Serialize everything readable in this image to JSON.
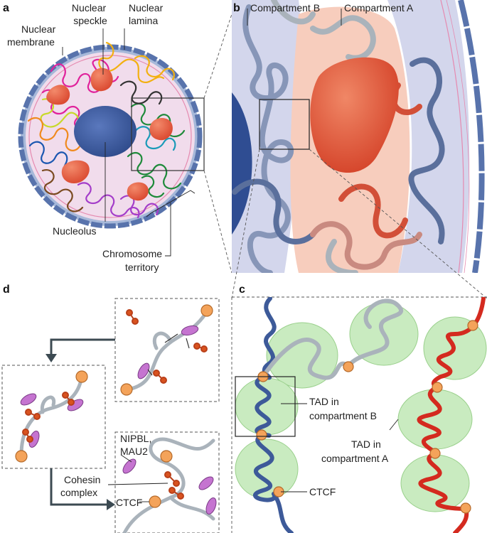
{
  "panels": {
    "a": "a",
    "b": "b",
    "c": "c",
    "d": "d"
  },
  "panel_a": {
    "nuclear_speckle": [
      "Nuclear",
      "speckle"
    ],
    "nuclear_lamina": [
      "Nuclear",
      "lamina"
    ],
    "nuclear_membrane": [
      "Nuclear",
      "membrane"
    ],
    "nucleolus": "Nucleolus",
    "chromosome_territory": [
      "Chromosome",
      "territory"
    ]
  },
  "panel_b": {
    "compartment_b": "Compartment B",
    "compartment_a": "Compartment A"
  },
  "panel_c": {
    "tad_b": [
      "TAD in",
      "compartment B"
    ],
    "tad_a": [
      "TAD in",
      "compartment A"
    ],
    "ctcf": "CTCF"
  },
  "panel_d": {
    "nipbl": [
      "NIPBL,",
      "MAU2"
    ],
    "cohesin": [
      "Cohesin",
      "complex"
    ],
    "ctcf": "CTCF"
  },
  "colors": {
    "compartment_a": "#f7cdbd",
    "compartment_b": "#d3d6ec",
    "chromatin_b": "#3d5a99",
    "chromatin_a": "#d42a1f",
    "grey_fibre": "#aab3bb",
    "speckle": "#e8553a",
    "nucleolus": "#3c5aa0",
    "tad": "#c9ebc0",
    "ctcf": "#f4a35a",
    "nipbl": "#c574d0",
    "cohesin": "#d9531f"
  }
}
